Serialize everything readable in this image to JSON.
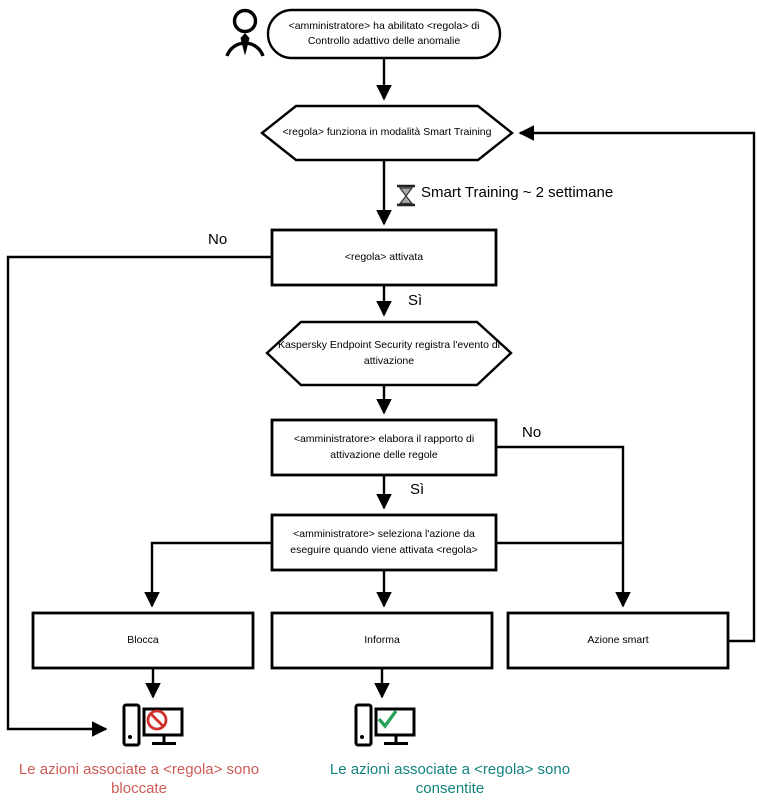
{
  "diagram": {
    "nodes": {
      "start": "<amministratore> ha abilitato <regola> di Controllo adattivo delle anomalie",
      "smart_training_mode": "<regola> funziona in modalità Smart Training",
      "rule_triggered": "<regola> attivata",
      "logs_event": "Kaspersky Endpoint Security registra l'evento di attivazione",
      "processes_report": "<amministratore> elabora il rapporto di attivazione delle regole",
      "selects_action": "<amministratore> seleziona l'azione da eseguire quando viene attivata <regola>",
      "block": "Blocca",
      "inform": "Informa",
      "smart_action": "Azione smart"
    },
    "labels": {
      "timer": "Smart Training ~ 2 settimane",
      "no_left": "No",
      "yes_first": "Sì",
      "no_right": "No",
      "yes_second": "Sì"
    },
    "outcomes": {
      "blocked": "Le azioni associate a <regola> sono bloccate",
      "allowed": "Le azioni associate a <regola> sono consentite"
    },
    "icons": {
      "actor": "person-icon",
      "timer": "hourglass-icon",
      "blocked_endpoint": "computer-blocked-icon",
      "allowed_endpoint": "computer-allowed-icon"
    },
    "colors": {
      "line": "#000000",
      "blocked_text": "#cd5b55",
      "allowed_text": "#12837e",
      "prohibit_sign": "#d1302c",
      "check_sign": "#27a25a",
      "hourglass_sand": "#a8a8a8"
    }
  }
}
